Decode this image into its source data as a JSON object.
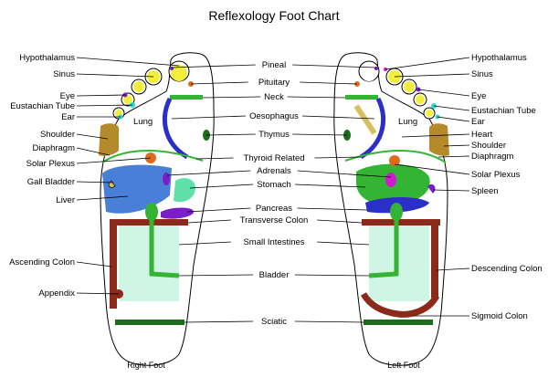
{
  "title": "Reflexology Foot Chart",
  "feet": {
    "right": "Right Foot",
    "left": "Left Foot"
  },
  "labels": {
    "right_side": [
      "Hypothalamus",
      "Sinus",
      "Eye",
      "Eustachian Tube",
      "Ear",
      "Shoulder",
      "Diaphragm",
      "Solar Plexus",
      "Gall Bladder",
      "Liver",
      "Ascending Colon",
      "Appendix"
    ],
    "center": [
      "Pineal",
      "Pituitary",
      "Neck",
      "Oesophagus",
      "Thymus",
      "Thyroid Related",
      "Adrenals",
      "Stomach",
      "Pancreas",
      "Transverse Colon",
      "Small Intestines",
      "Bladder",
      "Sciatic"
    ],
    "left_side": [
      "Hypothalamus",
      "Sinus",
      "Eye",
      "Eustachian Tube",
      "Ear",
      "Heart",
      "Shoulder",
      "Diaphragm",
      "Solar Plexus",
      "Spleen",
      "Descending Colon",
      "Sigmoid Colon"
    ],
    "lung_right": "Lung",
    "lung_left": "Lung"
  },
  "colors": {
    "yellow": "#f2ef3a",
    "blue": "#2a2fc8",
    "green": "#33b533",
    "darkgreen": "#1b6d1b",
    "orange": "#e06a1c",
    "purple": "#7a1fc8",
    "magenta": "#d21ad2",
    "cyan": "#2bd8d8",
    "brown": "#b58a2a",
    "colon": "#8b2a1a",
    "liver": "#4a7fd8",
    "seafoam": "#5fe0a8",
    "mint": "#cff5e4",
    "tan": "#d8c060"
  }
}
